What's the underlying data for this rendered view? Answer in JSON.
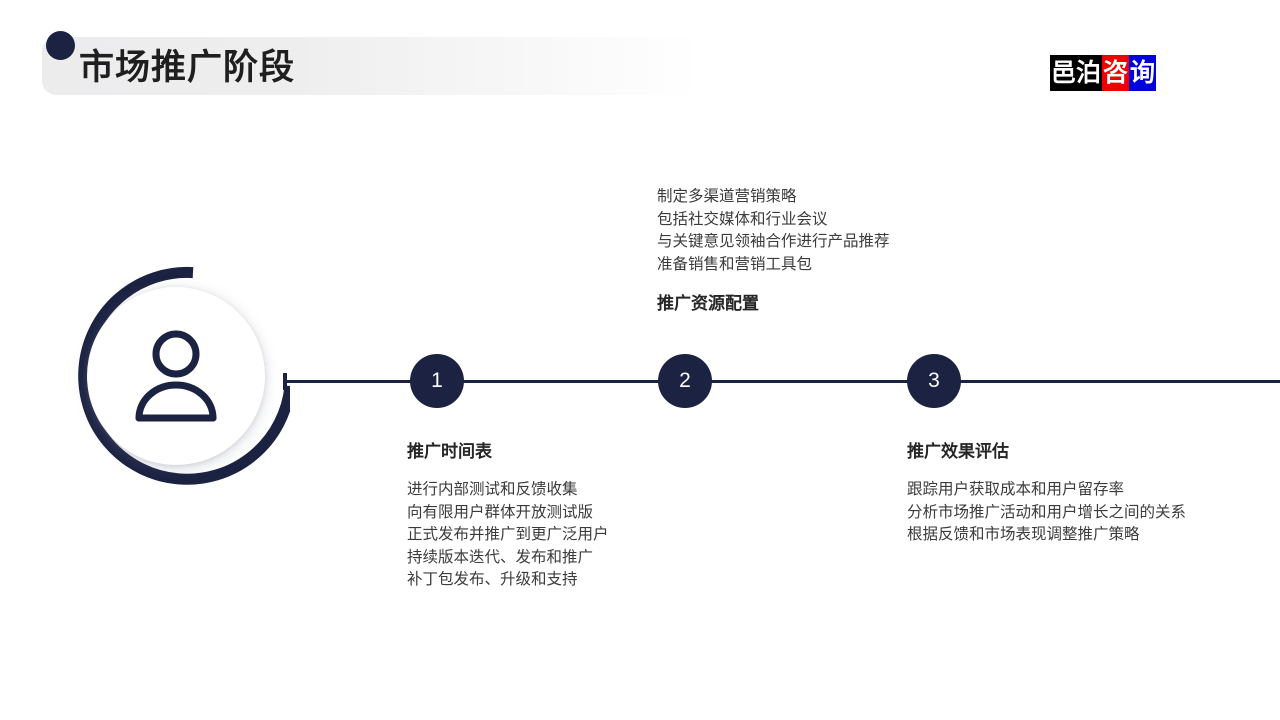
{
  "header": {
    "title": "市场推广阶段",
    "dot_color": "#1b2242",
    "bar_color": "#ececed"
  },
  "logo": {
    "segments": [
      {
        "text": "邑泊",
        "bg": "#000000",
        "fg": "#ffffff"
      },
      {
        "text": "咨",
        "bg": "#ee0000",
        "fg": "#ffffff"
      },
      {
        "text": "询",
        "bg": "#0000dd",
        "fg": "#ffffff"
      }
    ],
    "full_text": "邑泊咨询"
  },
  "avatar": {
    "icon": "person-icon",
    "ring_color": "#1b2242",
    "disc_color": "#ffffff"
  },
  "timeline": {
    "line_color": "#1b2242",
    "nodes": [
      {
        "label": "1"
      },
      {
        "label": "2"
      },
      {
        "label": "3"
      }
    ]
  },
  "blocks": {
    "top": {
      "body": "制定多渠道营销策略\n包括社交媒体和行业会议\n与关键意见领袖合作进行产品推荐\n准备销售和营销工具包",
      "heading": "推广资源配置"
    },
    "left": {
      "heading": "推广时间表",
      "body": "进行内部测试和反馈收集\n向有限用户群体开放测试版\n正式发布并推广到更广泛用户\n持续版本迭代、发布和推广\n补丁包发布、升级和支持"
    },
    "right": {
      "heading": "推广效果评估",
      "body": "跟踪用户获取成本和用户留存率\n分析市场推广活动和用户增长之间的关系\n根据反馈和市场表现调整推广策略"
    }
  }
}
